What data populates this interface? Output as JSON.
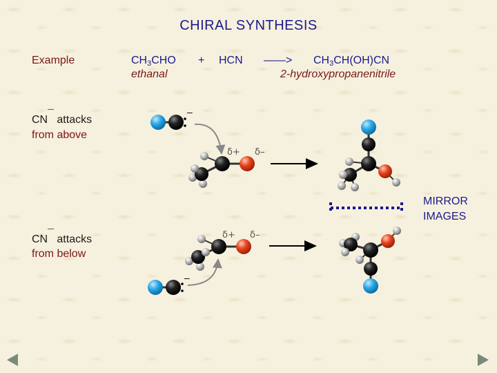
{
  "title": "CHIRAL SYNTHESIS",
  "example_label": "Example",
  "reactant1_formula_pre": "CH",
  "reactant1_formula_sub": "3",
  "reactant1_formula_post": "CHO",
  "reactant1_name": "ethanal",
  "plus": "+",
  "reactant2": "HCN",
  "arrow_text": "——>",
  "product_formula_pre": "CH",
  "product_formula_sub": "3",
  "product_formula_post": "CH(OH)CN",
  "product_name": "2-hydroxypropanenitrile",
  "attack_above": {
    "cn": "CN",
    "charge": "¯",
    "line1": " attacks",
    "line2": "from above"
  },
  "attack_below": {
    "cn": "CN",
    "charge": "¯",
    "line1": " attacks",
    "line2": "from below"
  },
  "delta_plus": "δ+",
  "delta_minus": "δ–",
  "minus": "–",
  "mirror_label_1": "MIRROR",
  "mirror_label_2": "IMAGES",
  "colors": {
    "title": "#1a1a8c",
    "maroon": "#7a1616",
    "carbon": "#111111",
    "nitrogen": "#2aa6e6",
    "oxygen": "#e8421c",
    "hydrogen": "#9a9a9a",
    "mirror_dots": "#1a1a8c"
  },
  "nav": {
    "prev": "previous-slide",
    "next": "next-slide"
  }
}
